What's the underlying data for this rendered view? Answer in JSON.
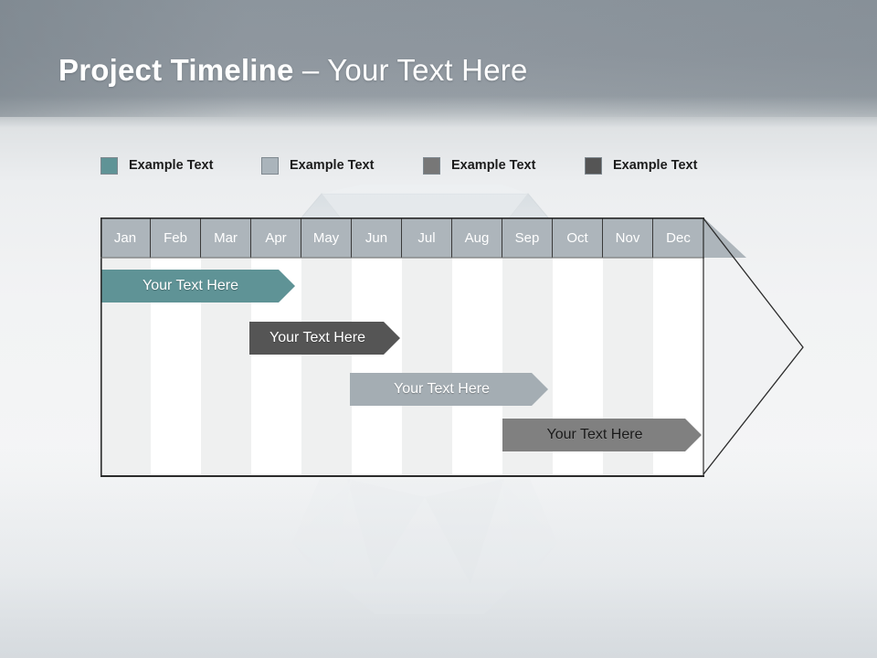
{
  "slide": {
    "title_bold": "Project Timeline",
    "title_regular": " – Your Text Here"
  },
  "legend": {
    "items": [
      {
        "label": "Example Text",
        "color": "#5f9396",
        "swatch_name": "legend-swatch-teal"
      },
      {
        "label": "Example Text",
        "color": "#aab4bb",
        "swatch_name": "legend-swatch-light-gray"
      },
      {
        "label": "Example Text",
        "color": "#777777",
        "swatch_name": "legend-swatch-medium-gray"
      },
      {
        "label": "Example Text",
        "color": "#555555",
        "swatch_name": "legend-swatch-dark-gray"
      }
    ]
  },
  "chart_data": {
    "type": "bar",
    "title": "Project Timeline – Your Text Here",
    "xlabel": "",
    "ylabel": "",
    "categories": [
      "Jan",
      "Feb",
      "Mar",
      "Apr",
      "May",
      "Jun",
      "Jul",
      "Aug",
      "Sep",
      "Oct",
      "Nov",
      "Dec"
    ],
    "legend_position": "top-left",
    "grid": true,
    "series": [
      {
        "name": "Example Text",
        "label": "Your  Text Here",
        "color": "#5f9396",
        "text_color": "#ffffff",
        "start_month": "Jan",
        "end_month": "Apr",
        "start_index": 0,
        "end_index": 3.9,
        "row": 1
      },
      {
        "name": "Example Text",
        "label": "Your  Text Here",
        "color": "#555555",
        "text_color": "#ffffff",
        "start_month": "Apr",
        "end_month": "Jun",
        "start_index": 3.0,
        "end_index": 6.0,
        "row": 2
      },
      {
        "name": "Example Text",
        "label": "Your  Text Here",
        "color": "#a4adb3",
        "text_color": "#ffffff",
        "start_month": "Jun",
        "end_month": "Sep",
        "start_index": 5.0,
        "end_index": 8.9,
        "row": 3
      },
      {
        "name": "Example Text",
        "label": "Your  Text Here",
        "color": "#808080",
        "text_color": "#1a1a1a",
        "start_month": "Sep",
        "end_month": "Dec",
        "start_index": 8.0,
        "end_index": 12.0,
        "row": 4
      }
    ]
  },
  "theme": {
    "header_cell_bg": "#adb5bb",
    "header_text": "#ffffff",
    "stripe_light": "#eff0f0",
    "stripe_white": "#ffffff",
    "outline": "#2b2b2b",
    "title_color": "#ffffff"
  }
}
